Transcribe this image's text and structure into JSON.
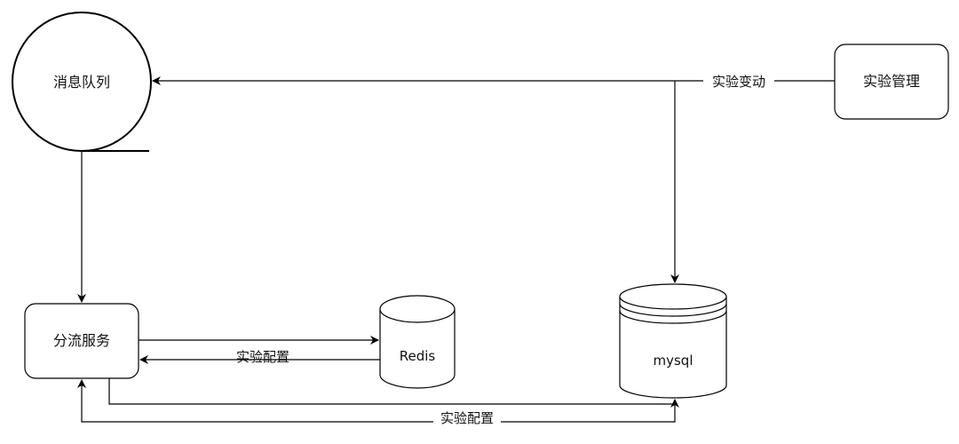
{
  "nodes": {
    "queue": {
      "label": "消息队列"
    },
    "experiment_mgmt": {
      "label": "实验管理"
    },
    "split_service": {
      "label": "分流服务"
    },
    "redis": {
      "label": "Redis"
    },
    "mysql": {
      "label": "mysql"
    }
  },
  "edges": {
    "exp_change": {
      "label": "实验变动"
    },
    "redis_config": {
      "label": "实验配置"
    },
    "mysql_config": {
      "label": "实验配置"
    }
  },
  "colors": {
    "stroke": "#000000",
    "background": "#ffffff",
    "text": "#111111"
  }
}
